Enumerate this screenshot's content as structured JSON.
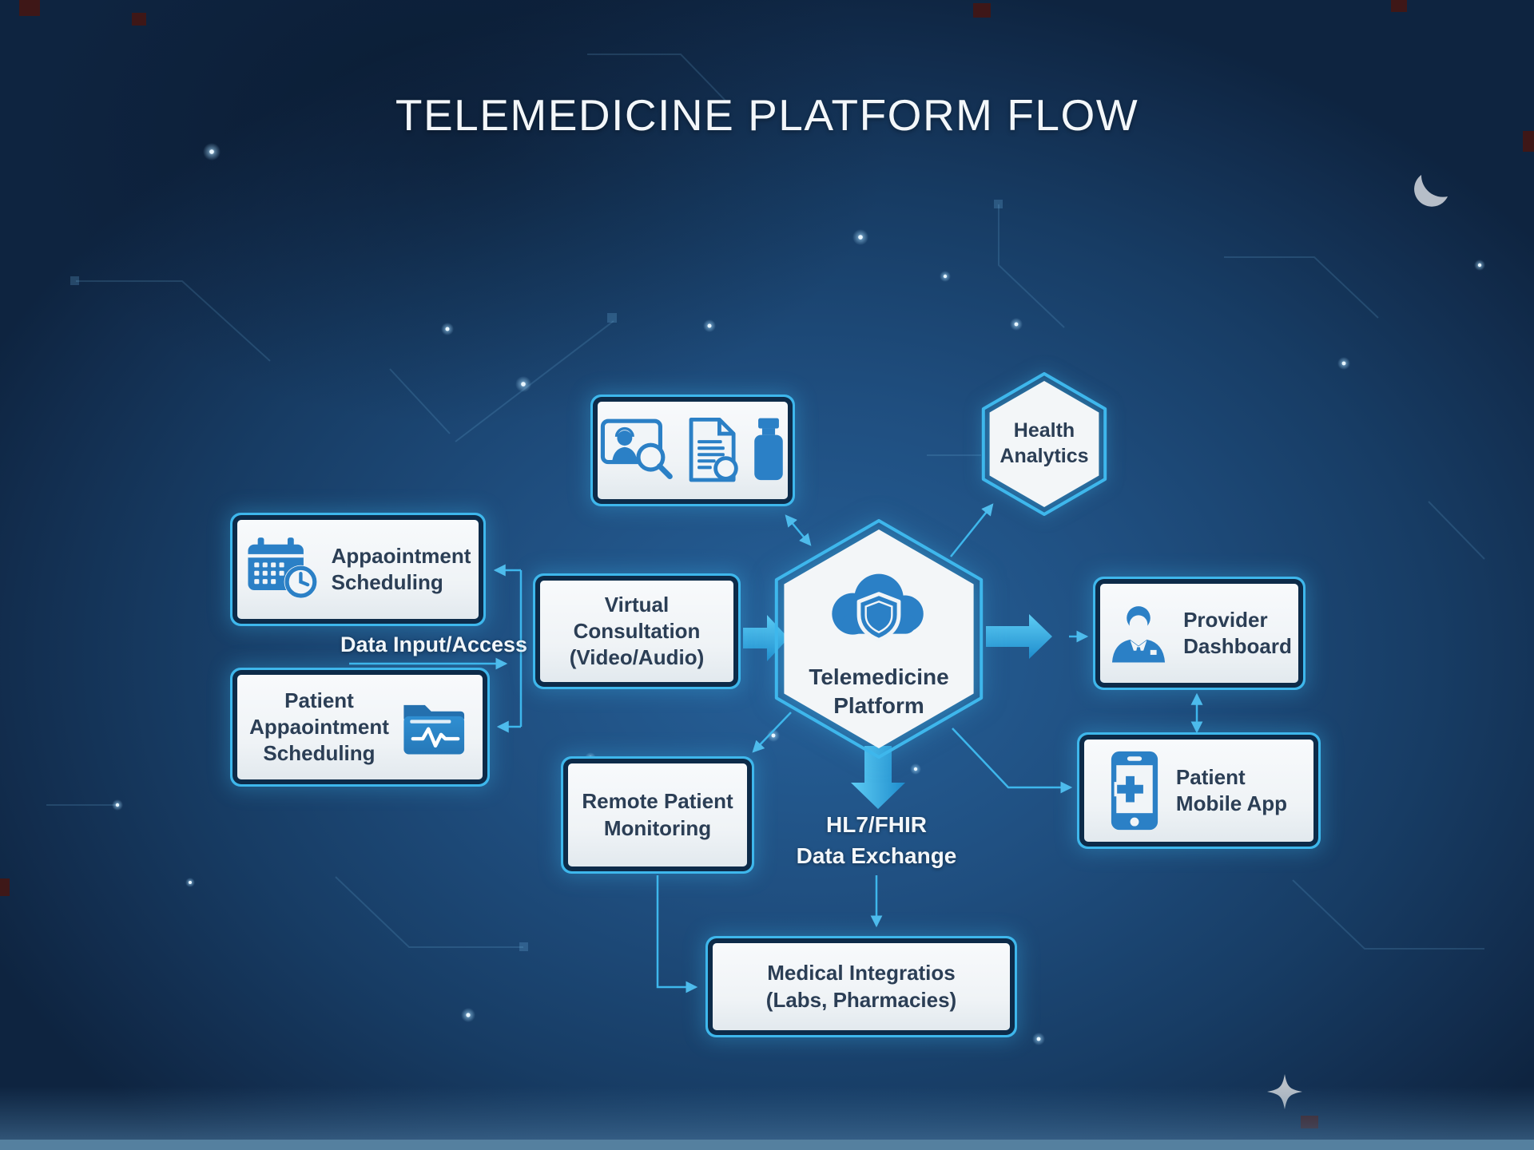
{
  "title": "TELEMEDICINE PLATFORM FLOW",
  "nodes": {
    "telemedicine_platform": {
      "label": "Telemedicine\nPlatform"
    },
    "health_analytics": {
      "label": "Health\nAnalytics"
    },
    "appointment_scheduling": {
      "label": "Appaointment\nScheduling"
    },
    "patient_appointment_scheduling": {
      "label": "Patient\nAppaointment\nScheduling"
    },
    "virtual_consultation": {
      "label": "Virtual Consultation\n(Video/Audio)"
    },
    "provider_dashboard": {
      "label": "Provider\nDashboard"
    },
    "patient_mobile_app": {
      "label": "Patient\nMobile App"
    },
    "remote_patient_monitoring": {
      "label": "Remote Patient\nMonitoring"
    },
    "medical_integrations": {
      "label": "Medical Integratios\n(Labs, Pharmacies)"
    }
  },
  "labels": {
    "data_input_access": "Data Input/Access",
    "hl7_fhir": "HL7/FHIR\nData Exchange"
  },
  "icons": [
    "video-consult-icon",
    "medical-record-icon",
    "medicine-bottle-icon",
    "calendar-clock-icon",
    "folder-medical-icon",
    "cloud-shield-icon",
    "provider-person-icon",
    "mobile-app-icon"
  ],
  "colors": {
    "accent_cyan": "#3eb7ec",
    "icon_blue": "#2b80c6",
    "node_text": "#2b3e55",
    "white_text": "#f3f7fa",
    "dark_ring": "#0d2b49",
    "block_arrow_light": "#5ecdf5",
    "block_arrow_dark": "#1e8ccc"
  }
}
